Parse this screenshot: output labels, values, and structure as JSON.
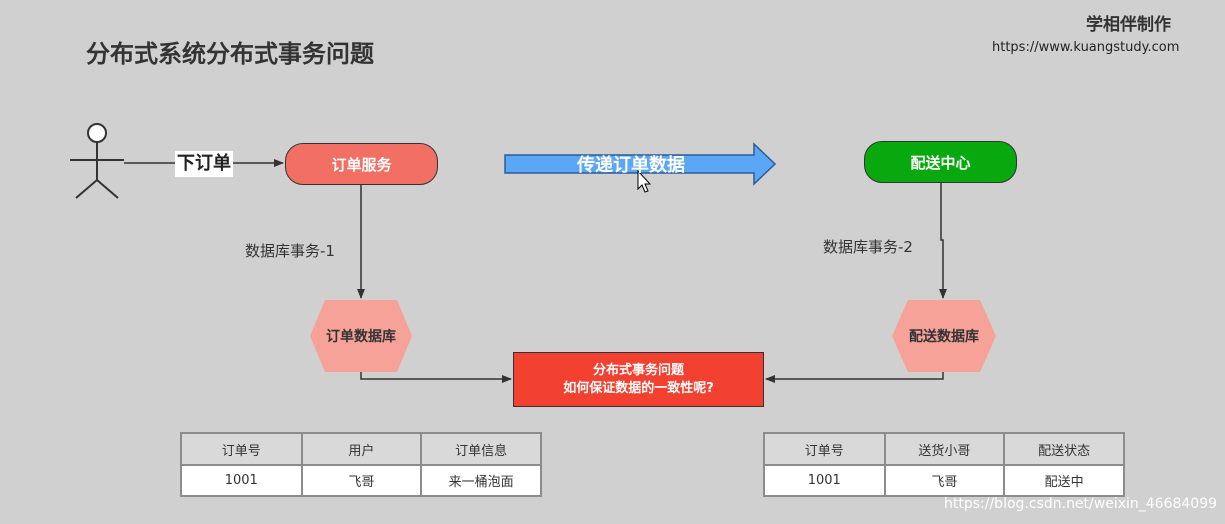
{
  "header": {
    "title": "分布式系统分布式事务问题",
    "credit_name": "学相伴制作",
    "credit_url": "https://www.kuangstudy.com"
  },
  "diagram": {
    "place_order": "下订单",
    "order_service": "订单服务",
    "pass_order_data": "传递订单数据",
    "delivery_center": "配送中心",
    "db_tx_1": "数据库事务-1",
    "db_tx_2": "数据库事务-2",
    "order_db": "订单数据库",
    "delivery_db": "配送数据库",
    "problem_line1": "分布式事务问题",
    "problem_line2": "如何保证数据的一致性呢?"
  },
  "order_table": {
    "headers": [
      "订单号",
      "用户",
      "订单信息"
    ],
    "rows": [
      [
        "1001",
        "飞哥",
        "来一桶泡面"
      ]
    ]
  },
  "delivery_table": {
    "headers": [
      "订单号",
      "送货小哥",
      "配送状态"
    ],
    "rows": [
      [
        "1001",
        "飞哥",
        "配送中"
      ]
    ]
  },
  "watermark": "https://blog.csdn.net/weixin_46684099",
  "colors": {
    "background": "#d0d0d0",
    "order_service": "#f26f63",
    "delivery_center": "#08a80f",
    "db_hexagon": "#f7a299",
    "problem_box": "#f24130",
    "arrow_blue": "#5aa7f5"
  }
}
